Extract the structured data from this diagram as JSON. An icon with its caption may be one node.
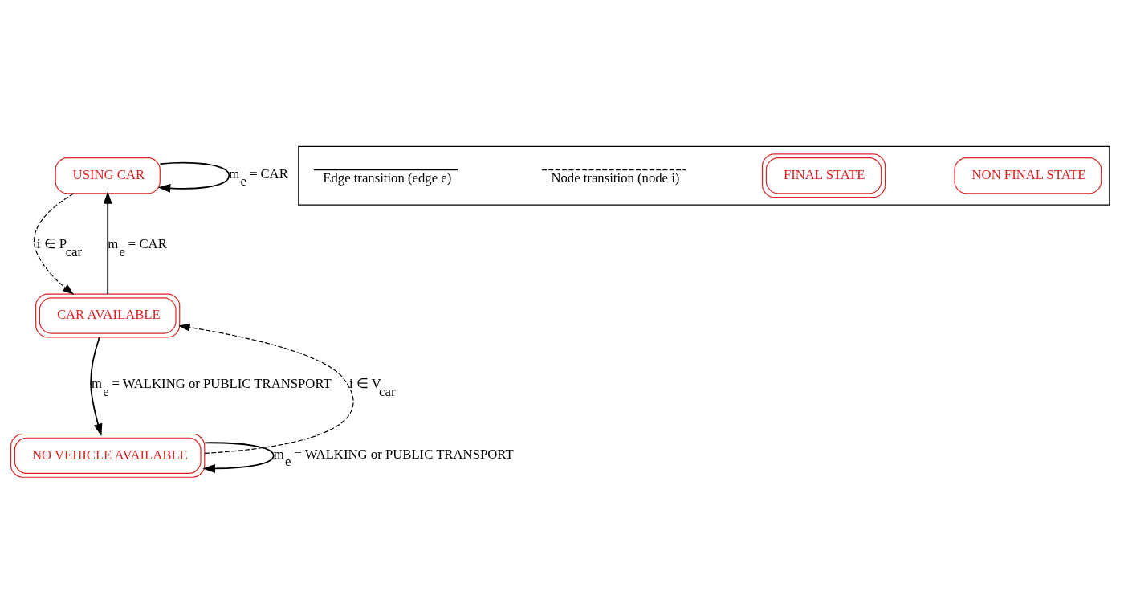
{
  "diagram": {
    "nodes": [
      {
        "text": [
          "USING CAR"
        ]
      },
      {
        "text": [
          "CAR AVAILABLE"
        ]
      },
      {
        "text": [
          "NO VEHICLE AVAILABLE"
        ]
      },
      {
        "text": [],
        "shape": "box"
      },
      {
        "text": [
          "FINAL STATE"
        ],
        "in": 3
      },
      {
        "text": [
          "NON FINAL STATE"
        ],
        "in": 3
      }
    ],
    "edges": [
      {
        "from": 0,
        "to": 0,
        "arrow": "to",
        "label": "m$_{e}$ = CAR"
      },
      {
        "from": 0,
        "to": 1,
        "arrow": "to",
        "style": "dashed",
        "label": "i ∈ P$_{car}$"
      },
      {
        "from": 1,
        "to": 0,
        "arrow": "to",
        "label": "m$_{e}$ = CAR"
      },
      {
        "from": 2,
        "to": 1,
        "arrow": "to",
        "style": "dashed",
        "label": "i ∈ V$_{car}$"
      },
      {
        "from": 1,
        "to": 2,
        "arrow": "to",
        "label": "m$_{e}$ = WALKING or PUBLIC TRANSPORT"
      },
      {
        "from": 2,
        "to": 2,
        "arrow": "to",
        "label": "m$_{e}$ = WALKING or PUBLIC TRANSPORT"
      }
    ],
    "legend": [
      {
        "text": "Edge transition (edge e)"
      },
      {
        "text": "Node transition (node i)"
      }
    ]
  }
}
